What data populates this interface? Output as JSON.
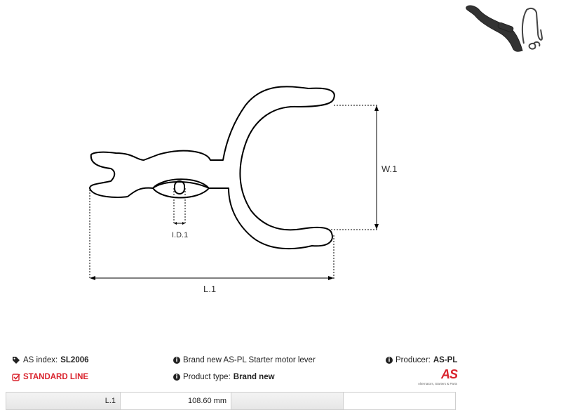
{
  "drawing": {
    "dimension_labels": {
      "width": "W.1",
      "inner_diameter": "I.D.1",
      "length": "L.1"
    }
  },
  "info": {
    "as_index_label": "AS index:",
    "as_index_value": "SL2006",
    "standard_line": "STANDARD LINE",
    "description": "Brand new AS-PL Starter motor lever",
    "product_type_label": "Product type:",
    "product_type_value": "Brand new",
    "producer_label": "Producer:",
    "producer_value": "AS-PL"
  },
  "logo": {
    "mark": "AS",
    "subtitle": "Alternators, Starters & Parts"
  },
  "spec_table": [
    {
      "label": "L.1",
      "value": "108.60 mm"
    }
  ],
  "colors": {
    "brand_red": "#d9232d",
    "outline": "#000000"
  }
}
